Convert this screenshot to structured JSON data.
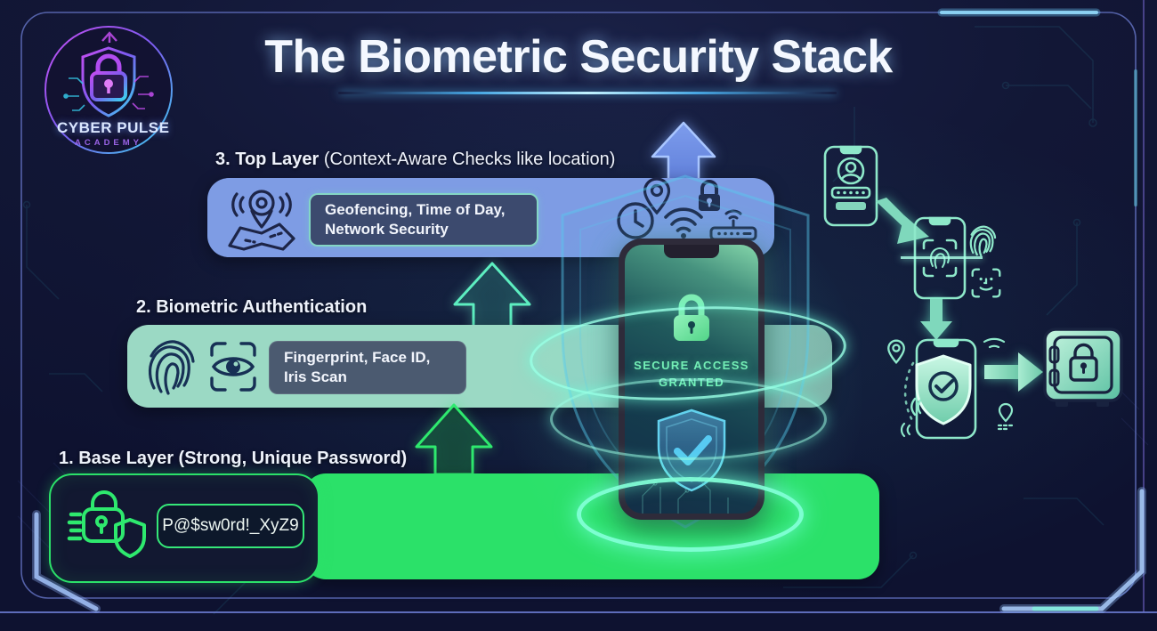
{
  "brand": {
    "line1": "CYBER PULSE",
    "line2": "ACADEMY"
  },
  "header": {
    "title": "The Biometric Security Stack"
  },
  "layers": {
    "top": {
      "heading_bold": "3. Top Layer",
      "heading_rest": " (Context-Aware Checks like location)",
      "chip_line1": "Geofencing, Time of Day,",
      "chip_line2": "Network Security",
      "icons": [
        "map-location-icon",
        "clock-icon",
        "location-pin-icon",
        "wifi-icon",
        "padlock-icon",
        "router-icon"
      ]
    },
    "biometric": {
      "heading_bold": "2. Biometric Authentication",
      "chip_line1": "Fingerprint, Face ID,",
      "chip_line2": "Iris Scan",
      "icons": [
        "fingerprint-icon",
        "iris-scan-icon"
      ]
    },
    "base": {
      "heading_bold": "1. Base Layer (Strong, Unique Password)",
      "password": "P@$sw0rd!_XyZ9",
      "icons": [
        "padlock-shield-icon"
      ]
    }
  },
  "phone": {
    "status_line1": "SECURE ACCESS",
    "status_line2": "GRANTED"
  },
  "flow": {
    "steps": [
      "login-phone",
      "fingerprint-scan-phone",
      "shield-check-phone",
      "secure-vault"
    ]
  },
  "colors": {
    "top_layer_bar": "#7e9ce4",
    "biometric_bar": "#9bd9c4",
    "base_bar": "#2be169",
    "mint_accent": "#8fe6c9",
    "blue_accent": "#8fb0f4",
    "chip_dark": "#3c4a6e",
    "status_green": "#74efb6",
    "background": "#10142c"
  }
}
